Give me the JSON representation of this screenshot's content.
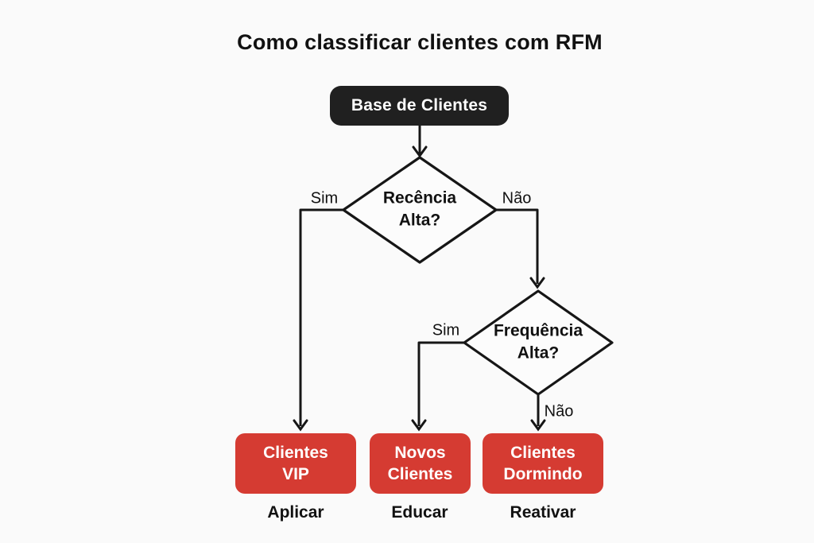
{
  "title": "Como classificar clientes com RFM",
  "colors": {
    "background": "#fafafa",
    "root_box": "#202020",
    "outcome_box": "#d53b32",
    "line": "#161616",
    "text": "#111111",
    "box_text": "#ffffff"
  },
  "flowchart": {
    "root": {
      "label": "Base de Clientes"
    },
    "decisions": [
      {
        "id": "recencia",
        "question": "Recência\nAlta?",
        "yes_label": "Sim",
        "no_label": "Não"
      },
      {
        "id": "frequencia",
        "question": "Frequência\nAlta?",
        "yes_label": "Sim",
        "no_label": "Não"
      }
    ],
    "outcomes": [
      {
        "segment": "Clientes\nVIP",
        "action": "Aplicar"
      },
      {
        "segment": "Novos\nClientes",
        "action": "Educar"
      },
      {
        "segment": "Clientes\nDormindo",
        "action": "Reativar"
      }
    ]
  }
}
